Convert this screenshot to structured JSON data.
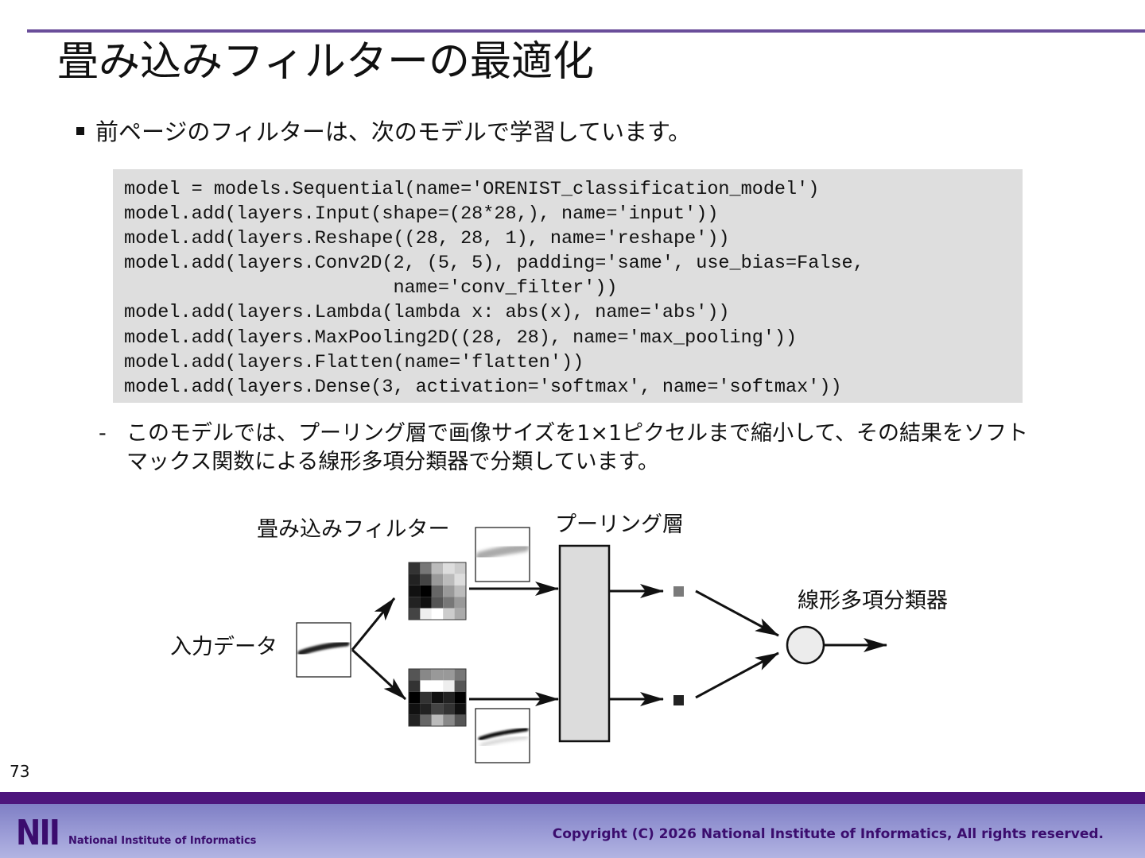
{
  "slide": {
    "title": "畳み込みフィルターの最適化",
    "bullet": "前ページのフィルターは、次のモデルで学習しています。",
    "code_lines": [
      "model = models.Sequential(name='ORENIST_classification_model')",
      "model.add(layers.Input(shape=(28*28,), name='input'))",
      "model.add(layers.Reshape((28, 28, 1), name='reshape'))",
      "model.add(layers.Conv2D(2, (5, 5), padding='same', use_bias=False,",
      "                        name='conv_filter'))",
      "model.add(layers.Lambda(lambda x: abs(x), name='abs'))",
      "model.add(layers.MaxPooling2D((28, 28), name='max_pooling'))",
      "model.add(layers.Flatten(name='flatten'))",
      "model.add(layers.Dense(3, activation='softmax', name='softmax'))"
    ],
    "sub_bullet_marker": "-",
    "sub_bullet_lines": [
      "このモデルでは、プーリング層で画像サイズを1×1ピクセルまで縮小して、その結果をソフト",
      "マックス関数による線形多項分類器で分類しています。"
    ],
    "page_number": "73"
  },
  "diagram": {
    "label_input": "入力データ",
    "label_conv": "畳み込みフィルター",
    "label_pooling": "プーリング層",
    "label_classifier": "線形多項分類器"
  },
  "footer": {
    "logo_text": "NII",
    "org_name": "National Institute of Informatics",
    "copyright": "Copyright (C) 2026 National Institute of Informatics, All rights reserved."
  },
  "colors": {
    "accent_rule": "#6a4e9a",
    "footer_dark": "#4c157c",
    "footer_text": "#3b0d6e",
    "code_bg": "#dedede"
  }
}
